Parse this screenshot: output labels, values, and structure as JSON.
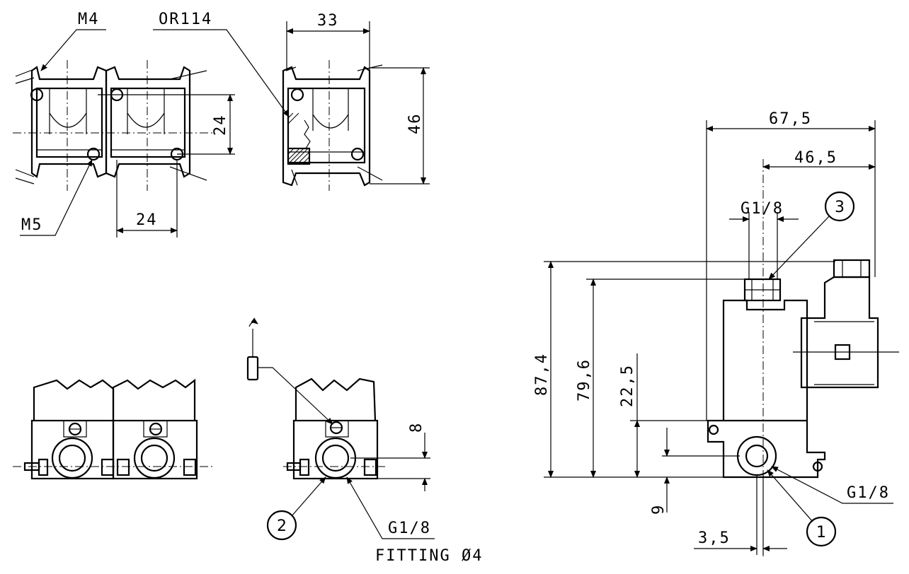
{
  "labels": {
    "m4": "M4",
    "or114": "OR114",
    "m5": "M5",
    "fitting": "FITTING Ø4",
    "g18_a": "G1/8",
    "g18_b": "G1/8",
    "g18_c": "G1/8"
  },
  "dims": {
    "d33": "33",
    "d24v": "24",
    "d24h": "24",
    "d46": "46",
    "d67_5": "67,5",
    "d46_5": "46,5",
    "d87_4": "87,4",
    "d79_6": "79,6",
    "d22_5": "22,5",
    "d8": "8",
    "d9": "9",
    "d3_5": "3,5"
  },
  "callouts": {
    "c1": "1",
    "c2": "2",
    "c3": "3"
  }
}
